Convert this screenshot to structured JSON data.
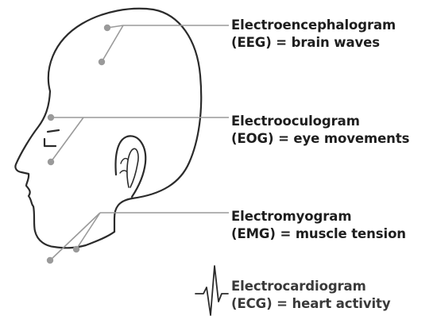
{
  "labels": {
    "eeg": {
      "name": "Electroencephalogram",
      "desc": "(EEG) = brain waves"
    },
    "eog": {
      "name": "Electrooculogram",
      "desc": "(EOG) = eye movements"
    },
    "emg": {
      "name": "Electromyogram",
      "desc": "(EMG) = muscle tension"
    },
    "ecg": {
      "name": "Electrocardiogram",
      "desc": "(ECG) = heart activity"
    }
  },
  "colors": {
    "outline": "#2b2b2b",
    "leader_line": "#9a9a9a",
    "electrode": "#9a9a9a",
    "text": "#1e1e1e"
  },
  "icons": {
    "head": "head-profile-icon",
    "ecg": "ecg-waveform-icon"
  }
}
